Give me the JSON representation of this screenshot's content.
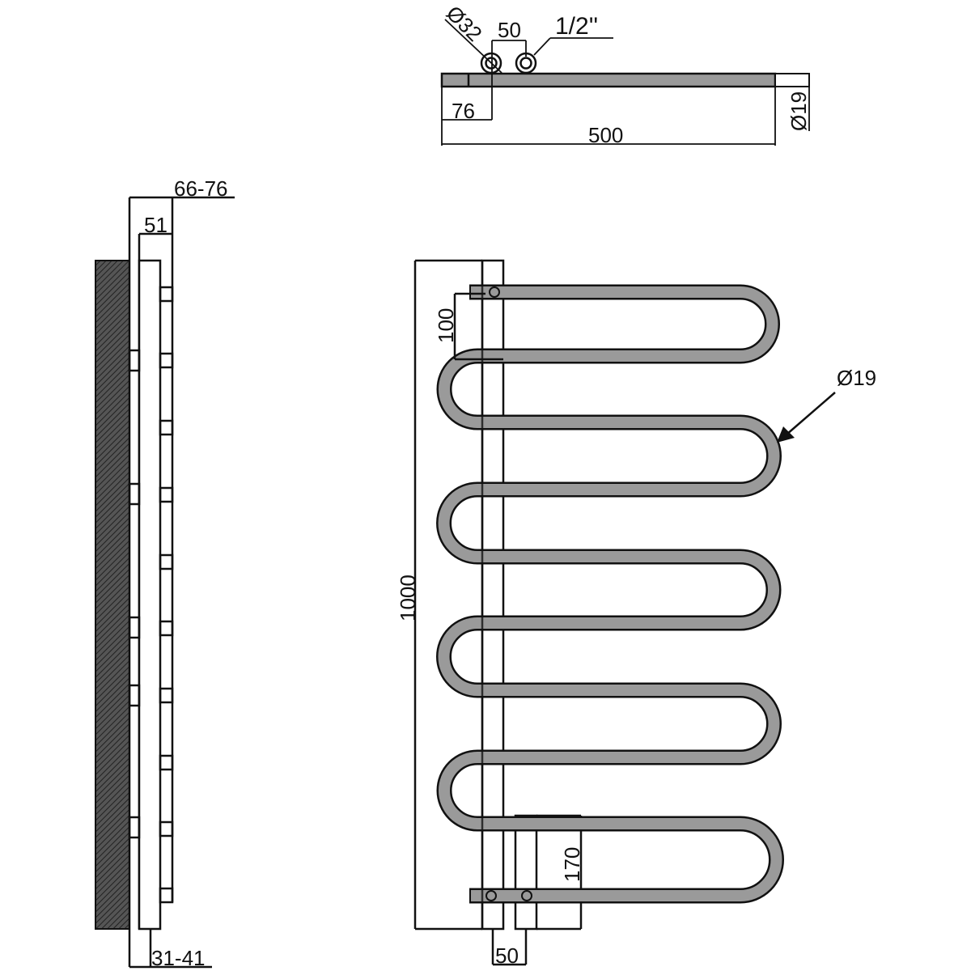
{
  "top_view": {
    "dim_pipe_diameter": "Ø32",
    "dim_pipe_spacing": "50",
    "dim_thread": "1/2''",
    "dim_offset": "76",
    "dim_width": "500",
    "dim_tube_diameter": "Ø19"
  },
  "side_view": {
    "dim_total_depth": "66-76",
    "dim_depth": "51",
    "dim_wall_gap": "31-41"
  },
  "front_view": {
    "dim_height": "1000",
    "dim_top_spacing": "100",
    "dim_tube_diameter": "Ø19",
    "dim_bottom_height": "170",
    "dim_bottom_spacing": "50"
  },
  "colors": {
    "tube": "#9a9a9a",
    "line": "#111111",
    "wall_hatch": "#333333"
  }
}
